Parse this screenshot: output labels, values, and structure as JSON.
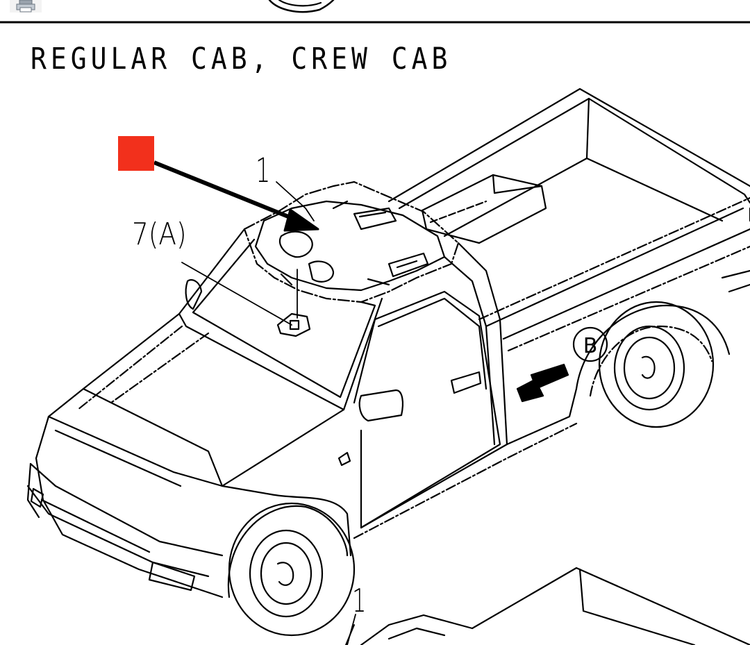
{
  "diagram": {
    "heading": "REGULAR CAB, CREW CAB",
    "callouts": {
      "part1": "1",
      "part7": "7(A)",
      "part1_lower": "1",
      "view_b": "B"
    },
    "marker_color": "#f2301c",
    "line_color": "#000000"
  },
  "toolbar": {
    "print_icon": "printer-icon"
  }
}
